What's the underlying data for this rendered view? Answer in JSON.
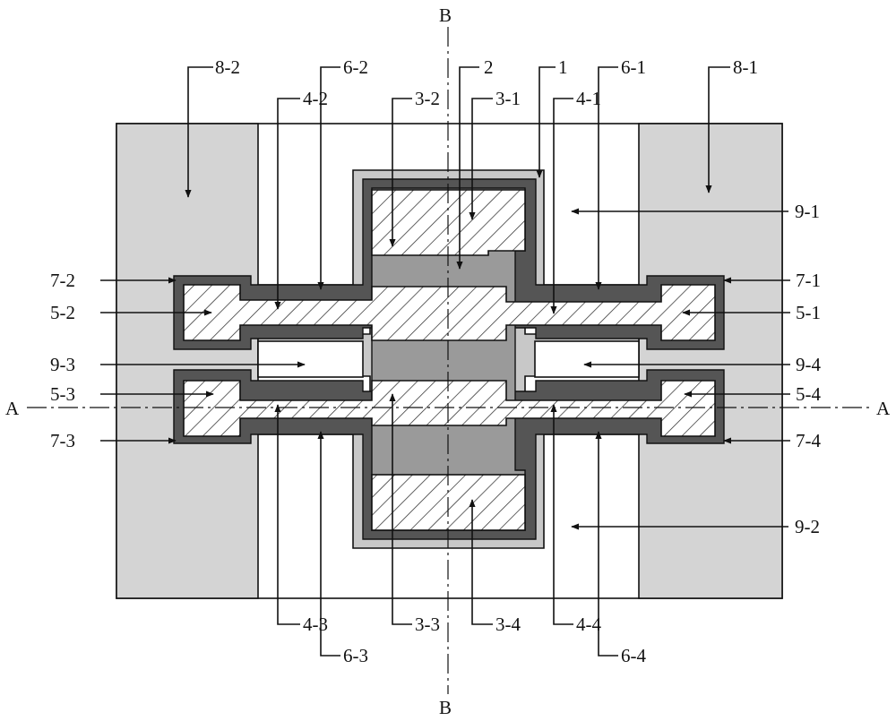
{
  "figure": {
    "section_labels": {
      "top": "B",
      "bottom": "B",
      "left": "A",
      "right": "A"
    },
    "labels": {
      "l8_2": "8-2",
      "l6_2": "6-2",
      "l2": "2",
      "l1": "1",
      "l6_1": "6-1",
      "l8_1": "8-1",
      "l4_2": "4-2",
      "l3_2": "3-2",
      "l3_1": "3-1",
      "l4_1": "4-1",
      "l9_1": "9-1",
      "l7_2": "7-2",
      "l7_1": "7-1",
      "l5_2": "5-2",
      "l5_1": "5-1",
      "l9_3": "9-3",
      "l9_4": "9-4",
      "l5_3": "5-3",
      "l5_4": "5-4",
      "l7_3": "7-3",
      "l7_4": "7-4",
      "l9_2": "9-2",
      "l4_3": "4-3",
      "l3_3": "3-3",
      "l3_4": "3-4",
      "l4_4": "4-4",
      "l6_3": "6-3",
      "l6_4": "6-4"
    },
    "colors": {
      "substrate": "#d4d4d4",
      "light_layer": "#c8c8c8",
      "dark_frame": "#555555",
      "central_body": "#9a9a9a",
      "line": "#111111"
    }
  }
}
